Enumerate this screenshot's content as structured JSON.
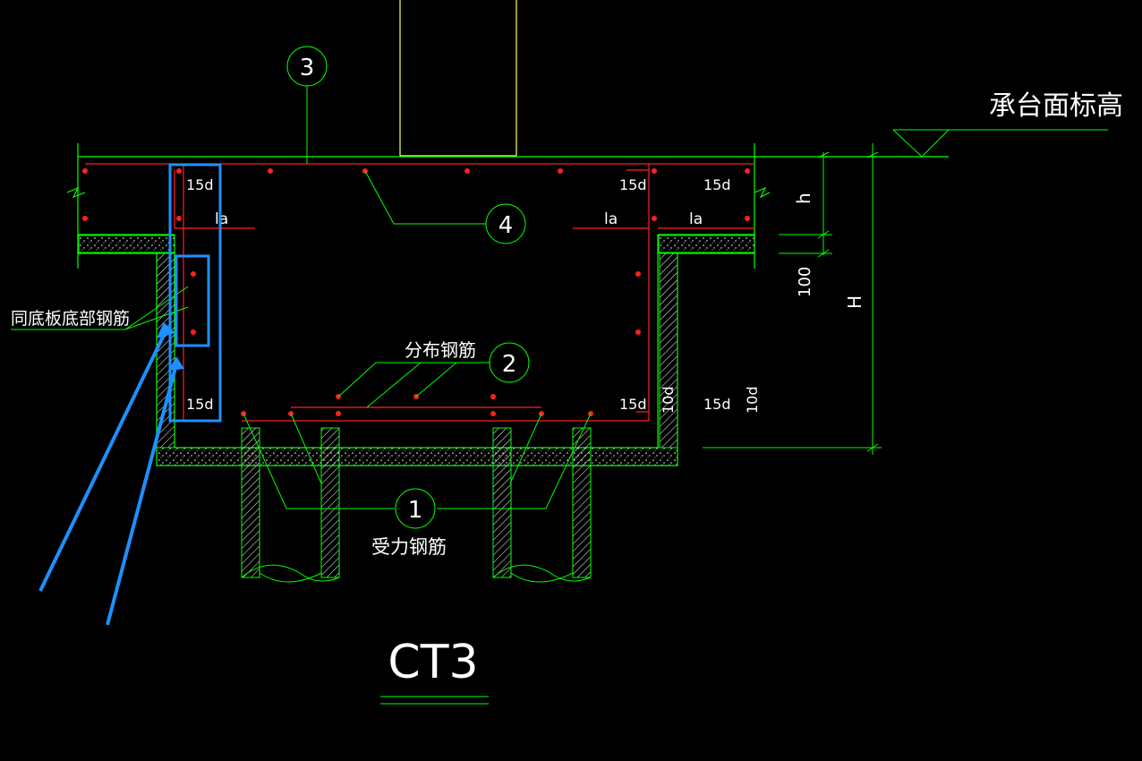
{
  "drawing": {
    "title": "CT3",
    "elevation_label": "承台面标高",
    "callouts": {
      "c1": "1",
      "c2": "2",
      "c3": "3",
      "c4": "4"
    },
    "notes": {
      "same_as_bottom": "同底板底部钢筋",
      "distribution": "分布钢筋",
      "main_bars": "受力钢筋"
    },
    "anchorage": {
      "fifteen_d": "15d",
      "la": "la",
      "ten_d": "10d",
      "l_a_left": "la"
    },
    "dims": {
      "h": "h",
      "hundred": "100",
      "H": "H"
    }
  },
  "colors": {
    "background": "#000000",
    "concrete_line": "#00ff00",
    "rebar": "#ff2020",
    "column": "#ffff66",
    "text": "#ffffff",
    "highlight": "#1e90ff"
  }
}
